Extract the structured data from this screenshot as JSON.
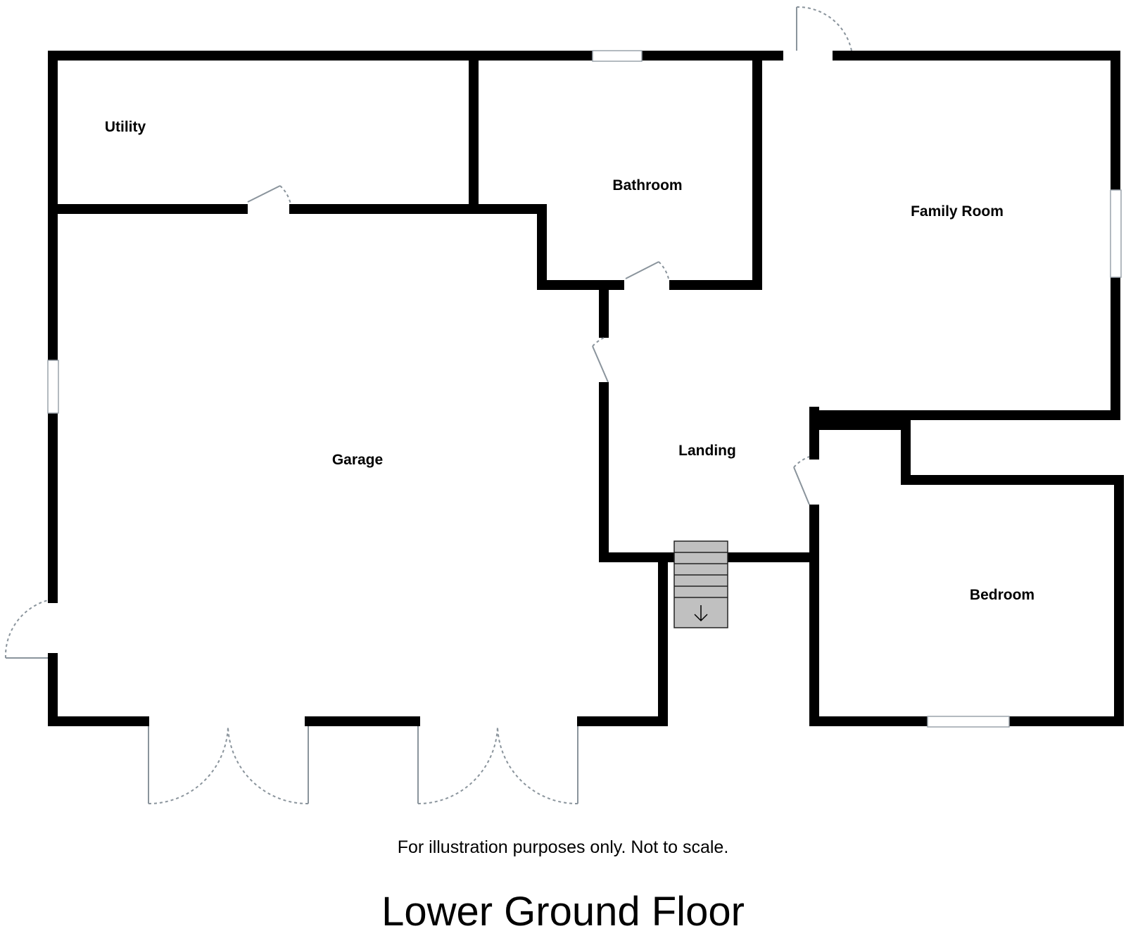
{
  "rooms": {
    "utility": "Utility",
    "bathroom": "Bathroom",
    "family_room": "Family Room",
    "garage": "Garage",
    "landing": "Landing",
    "bedroom": "Bedroom"
  },
  "disclaimer": "For illustration purposes only. Not to scale.",
  "floor_title": "Lower Ground Floor",
  "colors": {
    "wall": "#000000",
    "door": "#8a949c",
    "stairs": "#c0c0c0"
  }
}
